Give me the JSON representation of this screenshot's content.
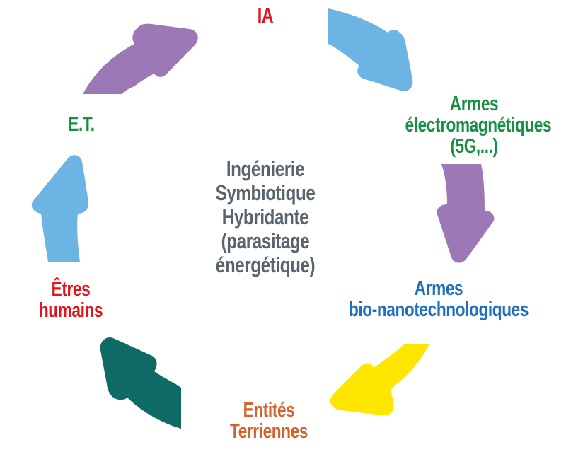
{
  "diagram": {
    "type": "cycle",
    "center": {
      "lines": [
        "Ingénierie",
        "Symbiotique",
        "Hybridante",
        "(parasitage",
        "énergétique)"
      ],
      "color": "#5a646d"
    },
    "nodes": [
      {
        "id": "ia",
        "lines": [
          "IA"
        ],
        "color": "#e3131b"
      },
      {
        "id": "em",
        "lines": [
          "Armes",
          "électromagnétiques",
          "(5G,...)"
        ],
        "color": "#189043"
      },
      {
        "id": "bio",
        "lines": [
          "Armes",
          "bio-nanotechnologiques"
        ],
        "color": "#1e6fbf"
      },
      {
        "id": "entites",
        "lines": [
          "Entités",
          "Terriennes"
        ],
        "color": "#d6622b"
      },
      {
        "id": "humains",
        "lines": [
          "Êtres",
          "humains"
        ],
        "color": "#e3131b"
      },
      {
        "id": "et",
        "lines": [
          "E.T."
        ],
        "color": "#189043"
      }
    ],
    "arrows": [
      {
        "id": "arrow-et-to-ia",
        "from": "E.T.",
        "to": "IA",
        "color": "#9c78b6"
      },
      {
        "id": "arrow-ia-to-em",
        "from": "IA",
        "to": "Armes électromagnétiques",
        "color": "#6cb4e4"
      },
      {
        "id": "arrow-em-to-bio",
        "from": "Armes électromagnétiques",
        "to": "Armes bio-nanotechnologiques",
        "color": "#9c78b6"
      },
      {
        "id": "arrow-bio-to-entites",
        "from": "Armes bio-nanotechnologiques",
        "to": "Entités Terriennes",
        "color": "#ffe600"
      },
      {
        "id": "arrow-entites-to-humains",
        "from": "Entités Terriennes",
        "to": "Êtres humains",
        "color": "#0e6a65"
      },
      {
        "id": "arrow-humains-to-et",
        "from": "Êtres humains",
        "to": "E.T.",
        "color": "#6cb4e4"
      }
    ]
  }
}
